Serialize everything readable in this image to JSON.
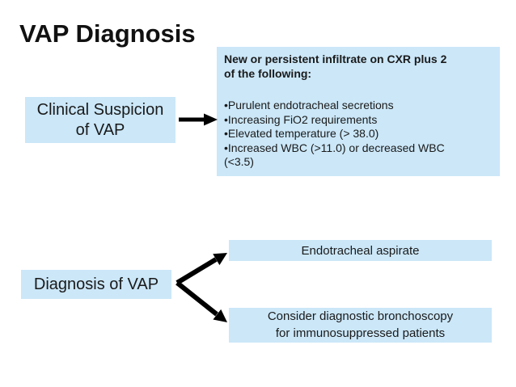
{
  "title": "VAP Diagnosis",
  "theme": {
    "background": "#ffffff",
    "box-fill": "#cbe7f8",
    "arrow-color": "#000000",
    "title-color": "#111111",
    "text-color": "#1a1a1a"
  },
  "clinical_box": {
    "text": "Clinical Suspicion\nof VAP"
  },
  "criteria_box": {
    "heading": "New or persistent infiltrate on CXR plus 2\nof the following:",
    "bullet_char": "•",
    "bullets": [
      "Purulent endotracheal secretions",
      "Increasing FiO2 requirements",
      "Elevated temperature (> 38.0)",
      "Increased WBC (>11.0) or decreased WBC\n(<3.5)"
    ]
  },
  "diagnosis_box": {
    "text": "Diagnosis of VAP"
  },
  "aspirate_box": {
    "text": "Endotracheal aspirate"
  },
  "bronchoscopy_box": {
    "text": "Consider diagnostic bronchoscopy\nfor immunosuppressed patients"
  }
}
